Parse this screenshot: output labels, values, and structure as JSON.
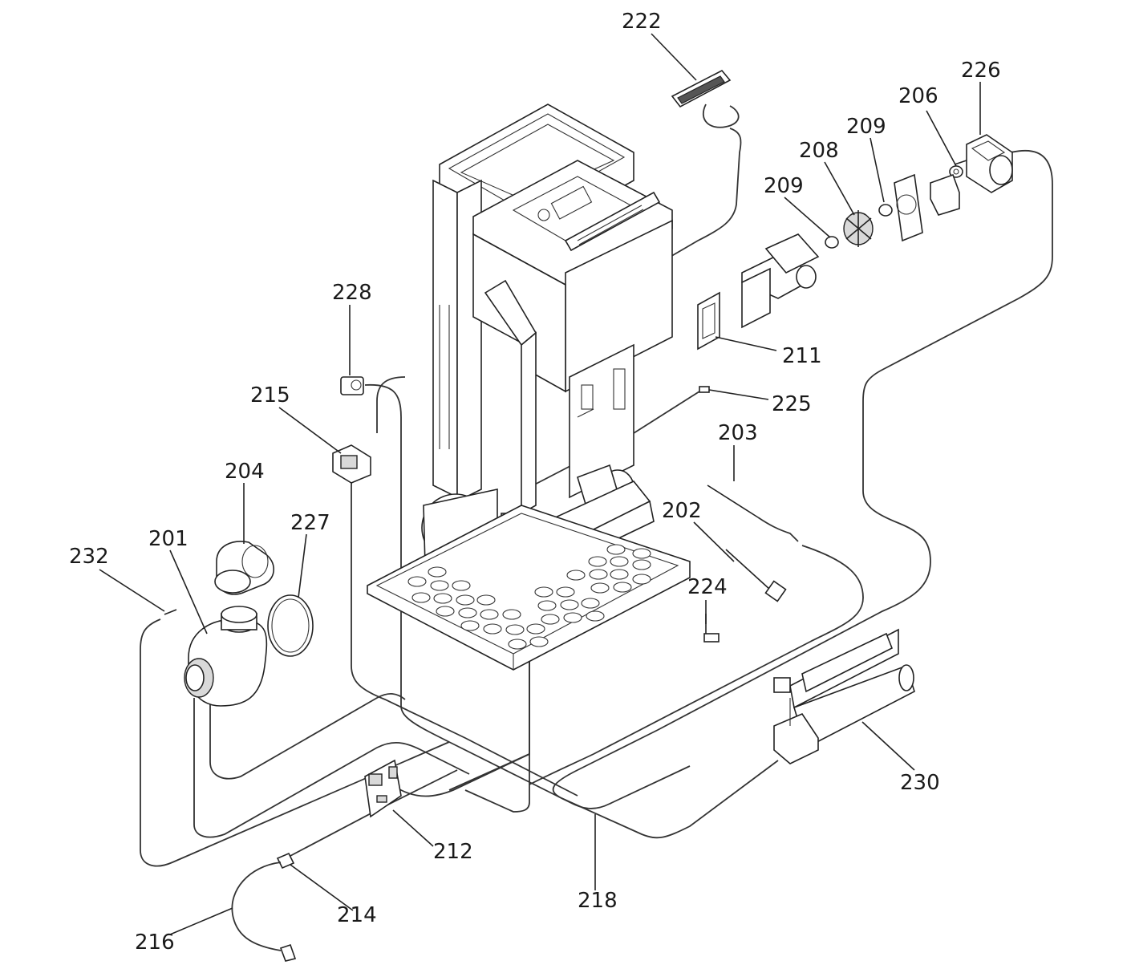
{
  "labels": [
    {
      "id": "222",
      "text": "222"
    },
    {
      "id": "226",
      "text": "226"
    },
    {
      "id": "206",
      "text": "206"
    },
    {
      "id": "209a",
      "text": "209"
    },
    {
      "id": "208",
      "text": "208"
    },
    {
      "id": "209b",
      "text": "209"
    },
    {
      "id": "228",
      "text": "228"
    },
    {
      "id": "211",
      "text": "211"
    },
    {
      "id": "215",
      "text": "215"
    },
    {
      "id": "225",
      "text": "225"
    },
    {
      "id": "203",
      "text": "203"
    },
    {
      "id": "204",
      "text": "204"
    },
    {
      "id": "227",
      "text": "227"
    },
    {
      "id": "202",
      "text": "202"
    },
    {
      "id": "201",
      "text": "201"
    },
    {
      "id": "232",
      "text": "232"
    },
    {
      "id": "224",
      "text": "224"
    },
    {
      "id": "230",
      "text": "230"
    },
    {
      "id": "212",
      "text": "212"
    },
    {
      "id": "218",
      "text": "218"
    },
    {
      "id": "214",
      "text": "214"
    },
    {
      "id": "216",
      "text": "216"
    }
  ]
}
